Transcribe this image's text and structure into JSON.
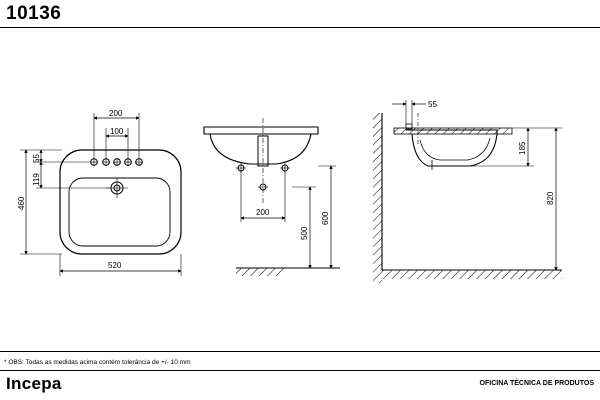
{
  "header": {
    "product_code": "10136"
  },
  "dimensions": {
    "top_faucet_span": "200",
    "top_hole_span": "100",
    "top_rear_offset": "55",
    "top_hole_to_drain": "119",
    "top_depth": "460",
    "top_width": "520",
    "front_hole_span": "200",
    "front_drain_height": "500",
    "front_rim_height": "600",
    "side_rim_width": "55",
    "side_bowl_depth": "185",
    "side_rim_height": "820"
  },
  "footer": {
    "note": "* OBS: Todas as medidas acima contém tolerância de +/- 10 mm",
    "brand": "Incepa",
    "department": "OFICINA TÉCNICA DE PRODUTOS"
  }
}
